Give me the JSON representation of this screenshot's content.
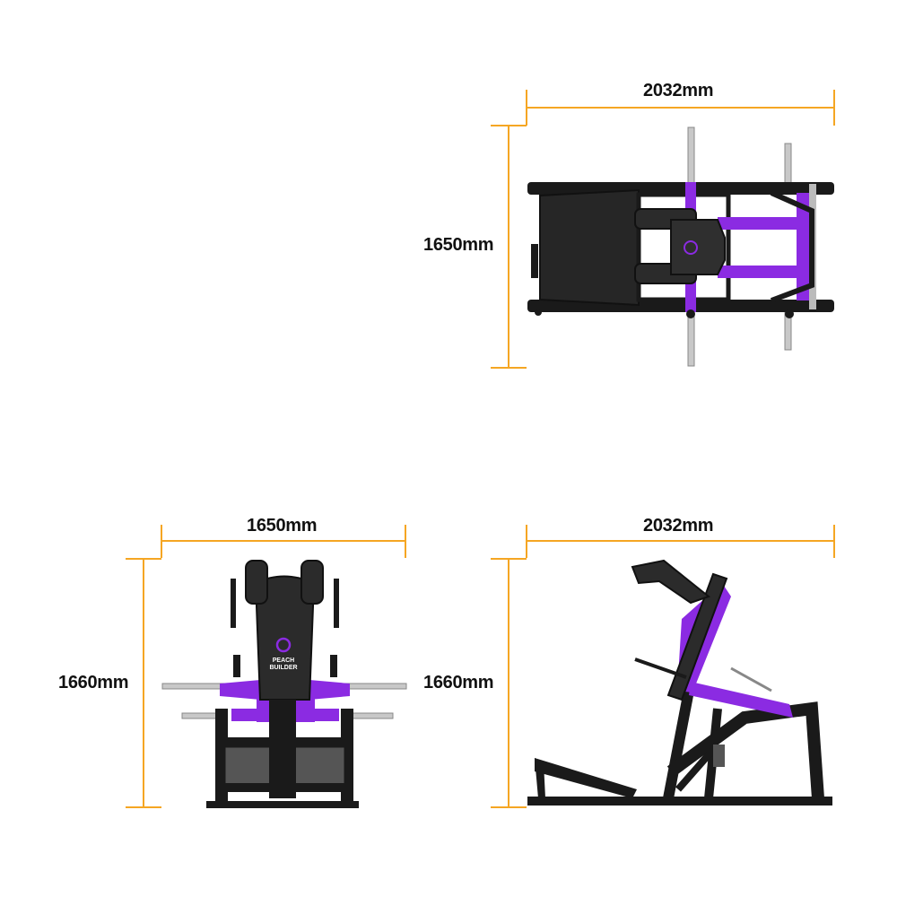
{
  "colors": {
    "dimension_line": "#F5A623",
    "frame": "#1a1a1a",
    "accent": "#8B2BE2",
    "pad": "#2b2b2b",
    "chrome": "#c8c8c8"
  },
  "views": {
    "top": {
      "width_label": "2032mm",
      "height_label": "1650mm"
    },
    "front": {
      "width_label": "1650mm",
      "height_label": "1660mm",
      "brand": [
        "PEACH",
        "BUILDER"
      ]
    },
    "side": {
      "width_label": "2032mm",
      "height_label": "1660mm"
    }
  }
}
